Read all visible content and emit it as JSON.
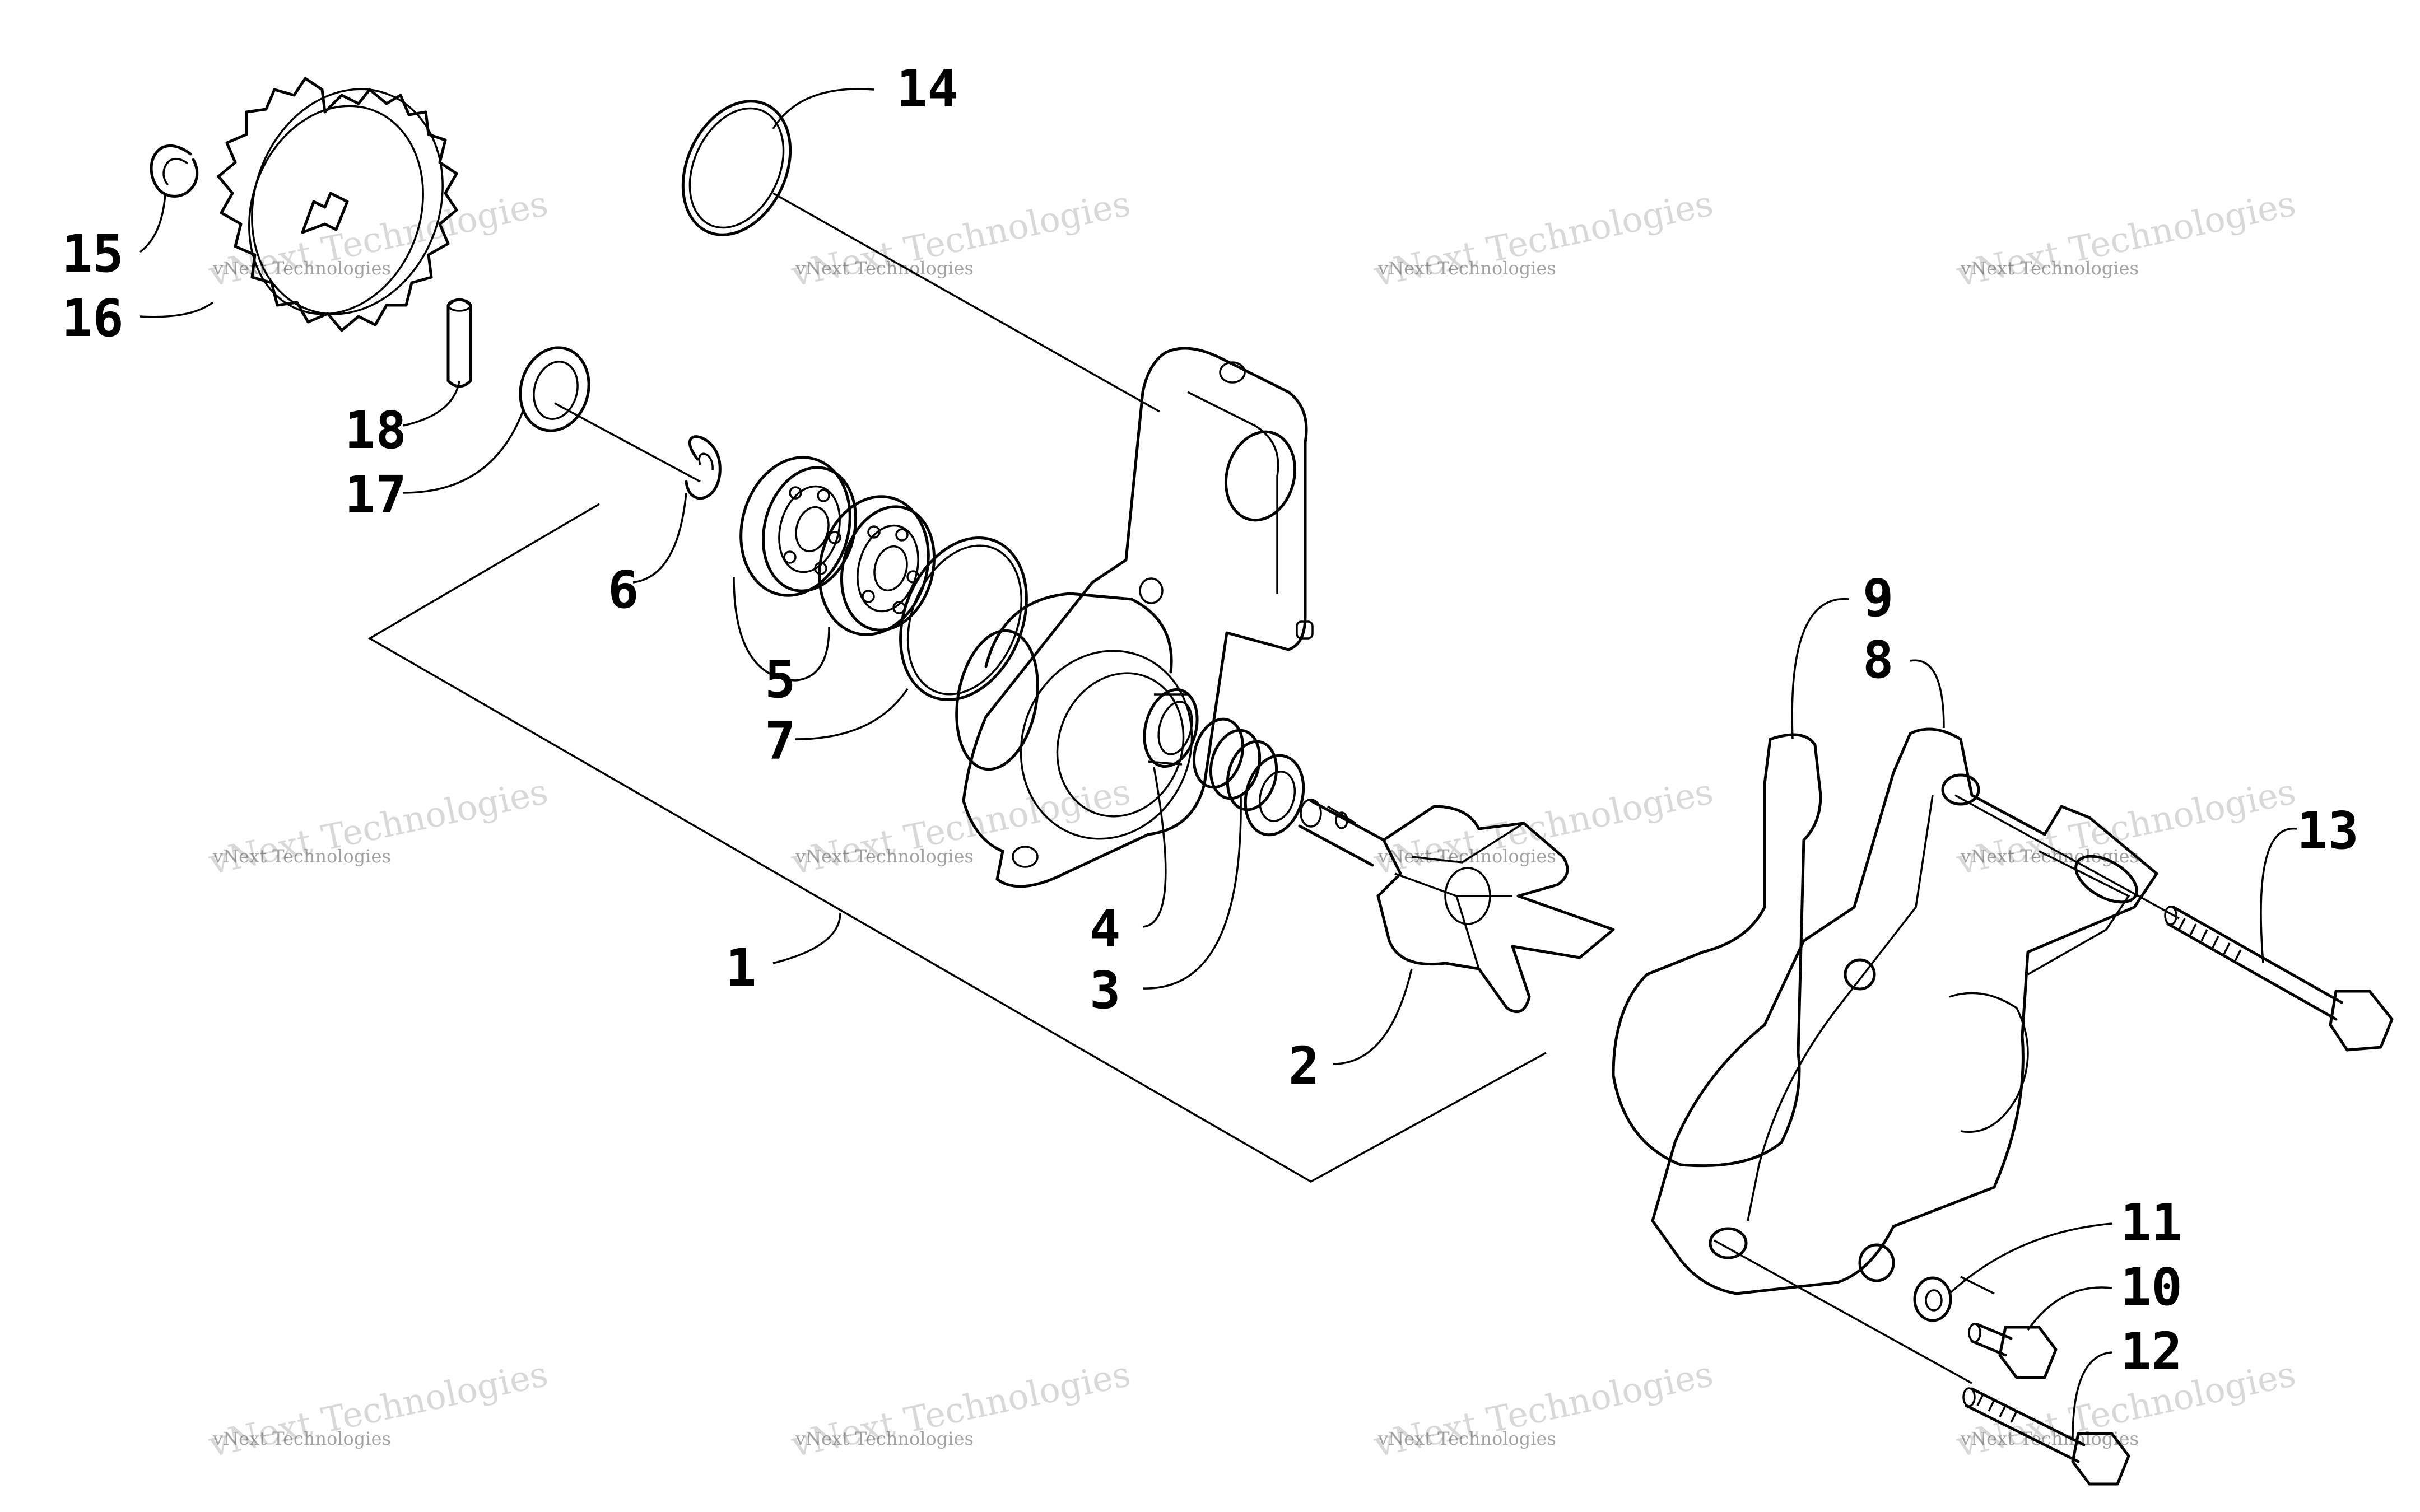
{
  "watermark": {
    "line1": "vNext Technologies",
    "big": "vNext Technologies"
  },
  "callouts": [
    {
      "id": "1",
      "label": "1"
    },
    {
      "id": "2",
      "label": "2"
    },
    {
      "id": "3",
      "label": "3"
    },
    {
      "id": "4",
      "label": "4"
    },
    {
      "id": "5",
      "label": "5"
    },
    {
      "id": "6",
      "label": "6"
    },
    {
      "id": "7",
      "label": "7"
    },
    {
      "id": "8",
      "label": "8"
    },
    {
      "id": "9",
      "label": "9"
    },
    {
      "id": "10",
      "label": "10"
    },
    {
      "id": "11",
      "label": "11"
    },
    {
      "id": "12",
      "label": "12"
    },
    {
      "id": "13",
      "label": "13"
    },
    {
      "id": "14",
      "label": "14"
    },
    {
      "id": "15",
      "label": "15"
    },
    {
      "id": "16",
      "label": "16"
    },
    {
      "id": "17",
      "label": "17"
    },
    {
      "id": "18",
      "label": "18"
    }
  ]
}
